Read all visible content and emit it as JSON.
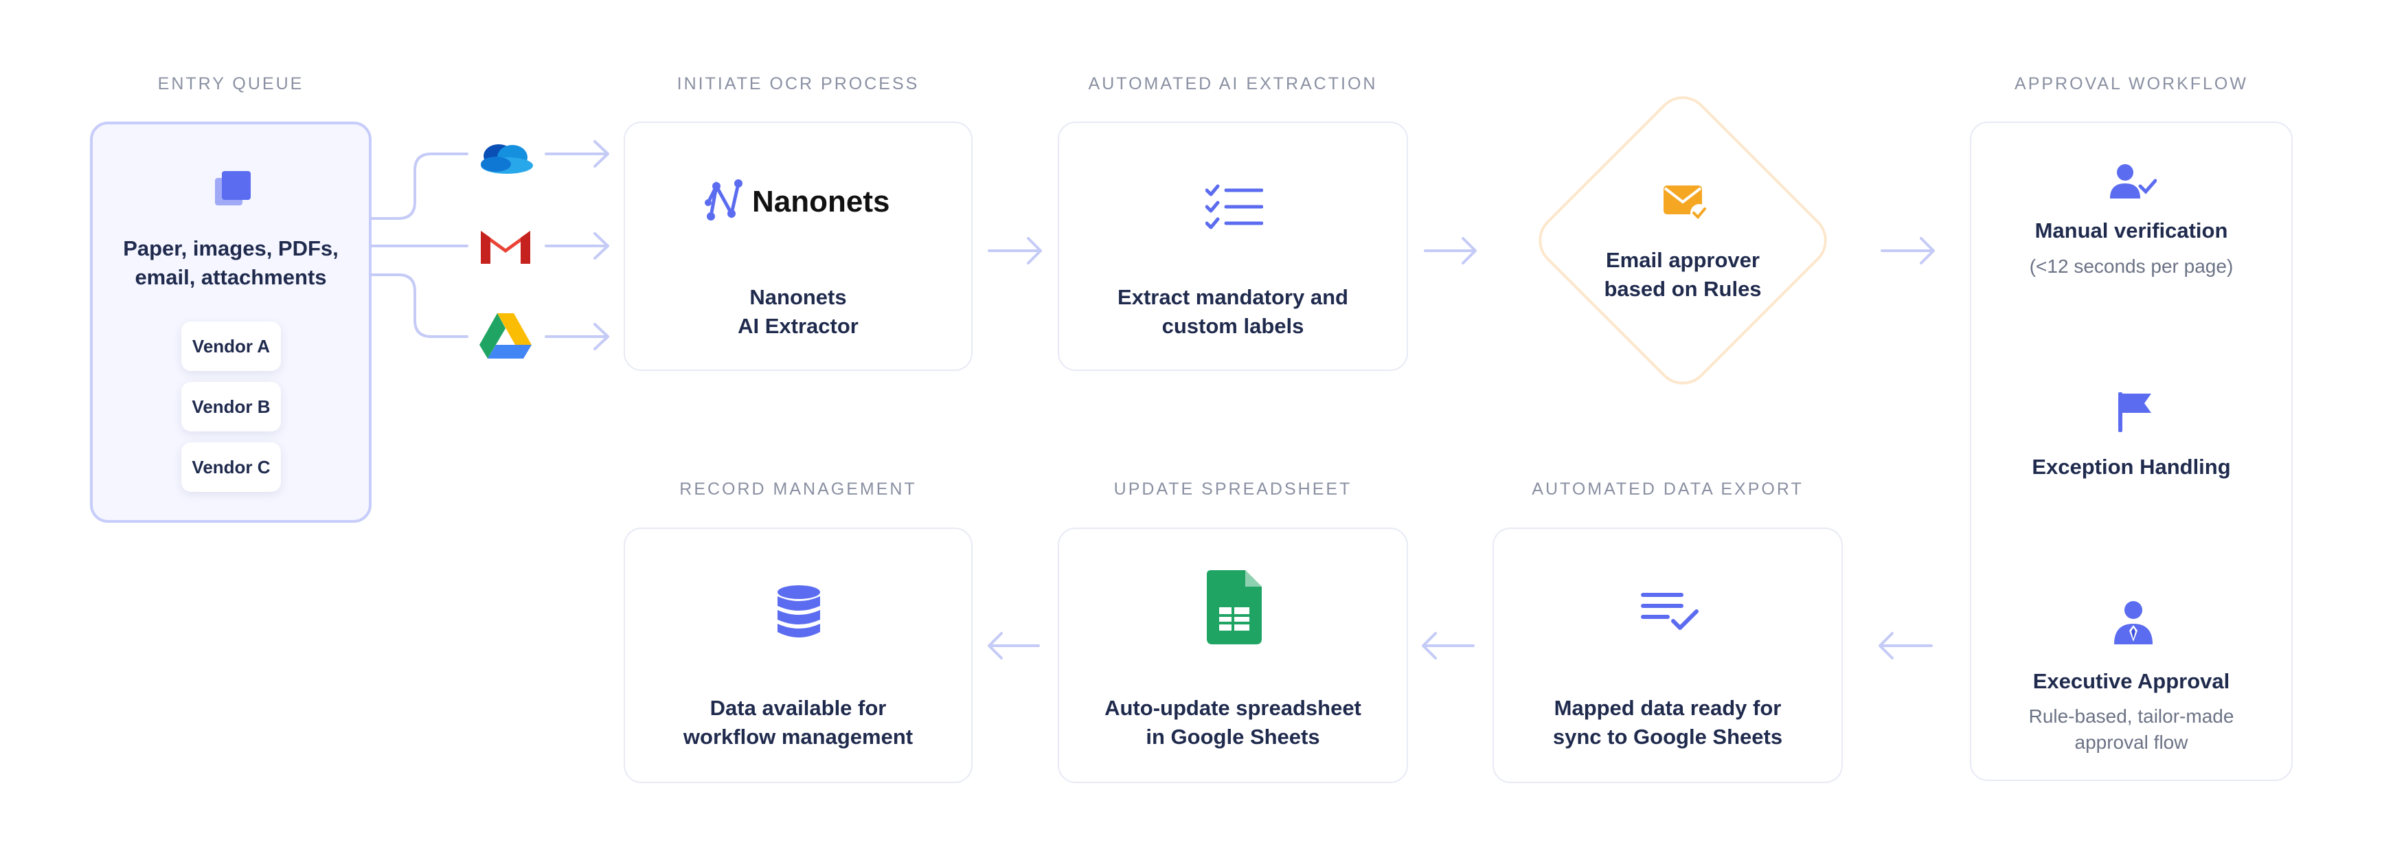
{
  "colors": {
    "accent": "#5b6cf0",
    "arrow": "#c5cbf7",
    "border": "#e8eaf5",
    "mail": "#f5a623"
  },
  "entry": {
    "title": "ENTRY QUEUE",
    "description": "Paper, images, PDFs,\nemail, attachments",
    "vendors": [
      "Vendor A",
      "Vendor B",
      "Vendor C"
    ],
    "sources": [
      "onedrive-icon",
      "gmail-icon",
      "google-drive-icon"
    ]
  },
  "ocr": {
    "title": "INITIATE OCR PROCESS",
    "brand": "Nanonets",
    "text": "Nanonets\nAI Extractor"
  },
  "extraction": {
    "title": "AUTOMATED AI EXTRACTION",
    "text": "Extract mandatory and\ncustom labels"
  },
  "email": {
    "text": "Email approver\nbased on Rules"
  },
  "approval": {
    "title": "APPROVAL WORKFLOW",
    "steps": [
      {
        "label": "Manual verification",
        "sub": "(<12 seconds per page)"
      },
      {
        "label": "Exception Handling",
        "sub": ""
      },
      {
        "label": "Executive Approval",
        "sub": "Rule-based, tailor-made\napproval flow"
      }
    ]
  },
  "export": {
    "title": "AUTOMATED DATA EXPORT",
    "text": "Mapped data ready for\nsync to Google Sheets"
  },
  "spreadsheet": {
    "title": "UPDATE SPREADSHEET",
    "text": "Auto-update spreadsheet\nin Google Sheets"
  },
  "record": {
    "title": "RECORD MANAGEMENT",
    "text": "Data available for\nworkflow management"
  }
}
